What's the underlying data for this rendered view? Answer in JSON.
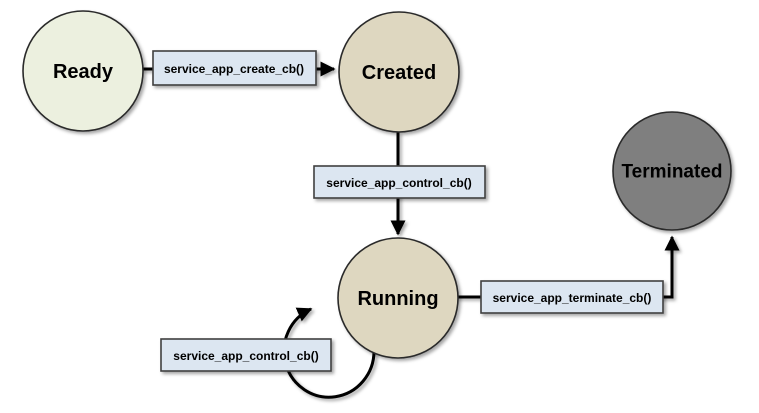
{
  "diagram": {
    "states": {
      "ready": {
        "label": "Ready",
        "fill": "#ECF0DF",
        "text_color": "#000000"
      },
      "created": {
        "label": "Created",
        "fill": "#DED7C0",
        "text_color": "#000000"
      },
      "running": {
        "label": "Running",
        "fill": "#DED7C0",
        "text_color": "#000000"
      },
      "terminated": {
        "label": "Terminated",
        "fill": "#7F7F7F",
        "text_color": "#FFFFFF"
      }
    },
    "transitions": {
      "create": {
        "label": "service_app_create_cb()",
        "from": "Ready",
        "to": "Created"
      },
      "control": {
        "label": "service_app_control_cb()",
        "from": "Created",
        "to": "Running"
      },
      "control_loop": {
        "label": "service_app_control_cb()",
        "from": "Running",
        "to": "Running"
      },
      "terminate": {
        "label": "service_app_terminate_cb()",
        "from": "Running",
        "to": "Terminated"
      }
    },
    "colors": {
      "background": "#FFFFFF",
      "connector": "#000000",
      "label_box_fill": "#DCE6F1",
      "label_box_border": "#404040",
      "circle_border": "#2B2B2B"
    }
  }
}
